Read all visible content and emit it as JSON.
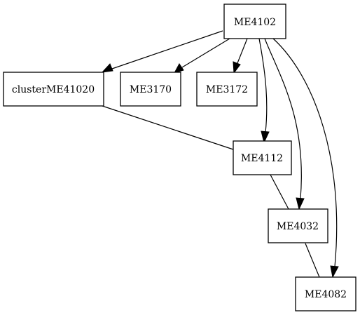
{
  "graph": {
    "nodes": [
      {
        "id": "ME4102",
        "label": "ME4102"
      },
      {
        "id": "clusterME41020",
        "label": "clusterME41020"
      },
      {
        "id": "ME3170",
        "label": "ME3170"
      },
      {
        "id": "ME3172",
        "label": "ME3172"
      },
      {
        "id": "ME4112",
        "label": "ME4112"
      },
      {
        "id": "ME4032",
        "label": "ME4032"
      },
      {
        "id": "ME4082",
        "label": "ME4082"
      }
    ],
    "edges": [
      {
        "from": "ME4102",
        "to": "clusterME41020",
        "directed": true
      },
      {
        "from": "ME4102",
        "to": "ME3170",
        "directed": true
      },
      {
        "from": "ME4102",
        "to": "ME3172",
        "directed": true
      },
      {
        "from": "ME4102",
        "to": "ME4112",
        "directed": true
      },
      {
        "from": "ME4102",
        "to": "ME4032",
        "directed": true
      },
      {
        "from": "ME4102",
        "to": "ME4082",
        "directed": true
      },
      {
        "from": "clusterME41020",
        "to": "ME4112",
        "directed": false
      },
      {
        "from": "ME4112",
        "to": "ME4032",
        "directed": false
      },
      {
        "from": "ME4032",
        "to": "ME4082",
        "directed": false
      }
    ]
  }
}
